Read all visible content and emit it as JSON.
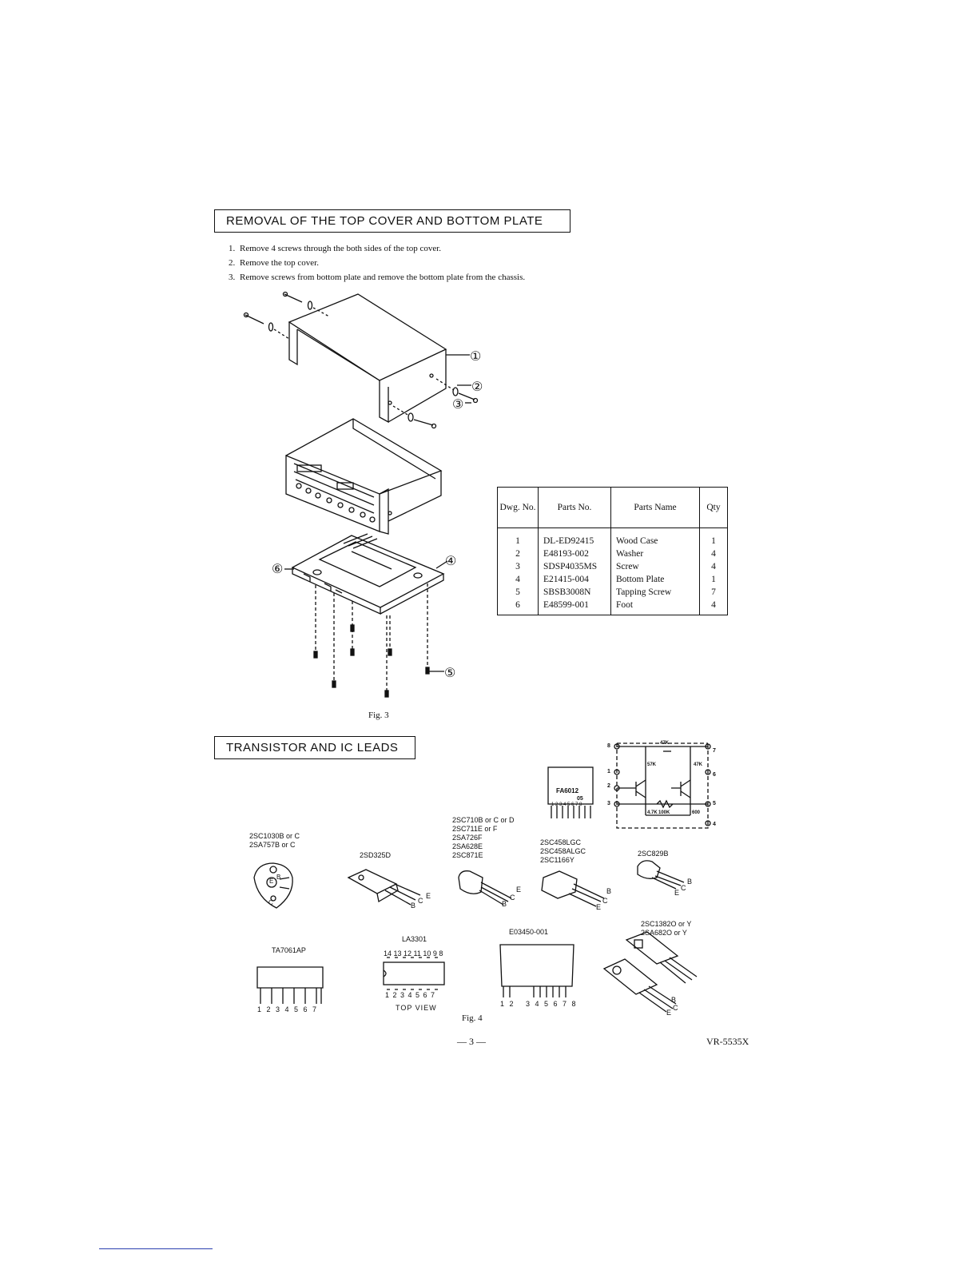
{
  "section1": {
    "title": "REMOVAL OF THE TOP COVER AND BOTTOM PLATE",
    "steps": [
      {
        "num": "1.",
        "text": "Remove 4 screws through the both sides of the top cover."
      },
      {
        "num": "2.",
        "text": "Remove the top cover."
      },
      {
        "num": "3.",
        "text": "Remove screws from bottom plate and remove the bottom plate from the chassis."
      }
    ],
    "callouts": [
      "①",
      "②",
      "③",
      "④",
      "⑤",
      "⑥"
    ],
    "figure_caption": "Fig. 3"
  },
  "parts_table": {
    "headers": [
      "Dwg. No.",
      "Parts No.",
      "Parts Name",
      "Qty"
    ],
    "rows": [
      [
        "1",
        "DL-ED92415",
        "Wood Case",
        "1"
      ],
      [
        "2",
        "E48193-002",
        "Washer",
        "4"
      ],
      [
        "3",
        "SDSP4035MS",
        "Screw",
        "4"
      ],
      [
        "4",
        "E21415-004",
        "Bottom Plate",
        "1"
      ],
      [
        "5",
        "SBSB3008N",
        "Tapping Screw",
        "7"
      ],
      [
        "6",
        "E48599-001",
        "Foot",
        "4"
      ]
    ]
  },
  "section2": {
    "title": "TRANSISTOR AND IC LEADS",
    "figure_caption": "Fig. 4",
    "components": {
      "c1": "2SC1030B or C\n2SA757B or C",
      "c2": "2SD325D",
      "c3": "2SC710B or C or D\n2SC711E or F\n2SA726F\n2SA628E\n2SC871E",
      "c4": "2SC458LGC\n2SC458ALGC\n2SC1166Y",
      "c5": "2SC829B",
      "c6": "TA7061AP",
      "c7": "LA3301",
      "c7_pins_top": "14 13 12 11 10 9 8",
      "c7_pins_bottom": "1 2 3 4 5 6 7",
      "c7_view": "TOP VIEW",
      "c6_pins": "1 2 3 4 5 6 7",
      "c8": "E03450-001",
      "c8_pins": "1 2   3 4 5 6 7 8",
      "c9": "2SC1382O or Y\n2SA682O or Y",
      "ic_marking": "FA6012",
      "ic_marking2": "05",
      "ic_pin_marks": "1 2 3 4 5 6 7 8"
    },
    "schematic": {
      "resistors": [
        "47K",
        "47K",
        "57K",
        "100K",
        "4.7K",
        "600"
      ],
      "pins": [
        "8",
        "7",
        "1",
        "6",
        "2",
        "3",
        "5",
        "4"
      ]
    },
    "lead_letters": {
      "e": "E",
      "b": "B",
      "c": "C"
    }
  },
  "footer": {
    "page": "— 3 —",
    "model": "VR-5535X"
  }
}
